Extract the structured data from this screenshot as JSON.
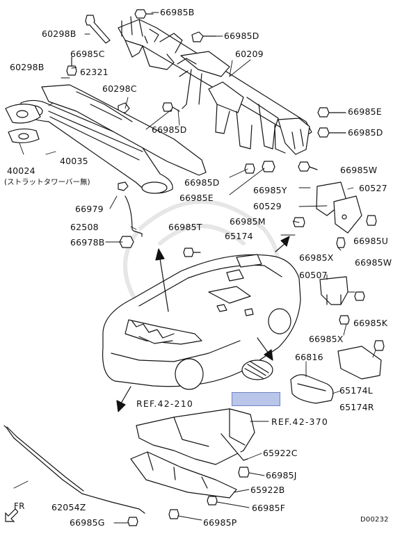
{
  "diagram_id": "D00232",
  "direction_label": "FR",
  "labels": {
    "p66985B_top": "66985B",
    "p60298B_a": "60298B",
    "p66985C": "66985C",
    "p66985D_top": "66985D",
    "p60209": "60209",
    "p60298B_b": "60298B",
    "p62321": "62321",
    "p60298C": "60298C",
    "p66985E_r": "66985E",
    "p66985D_mid": "66985D",
    "p66985D_r": "66985D",
    "p40024": "40024",
    "p40024_note": "(ストラットタワーバー無)",
    "p40035": "40035",
    "p66985D_low": "66985D",
    "p66985W_r": "66985W",
    "p66985E_low": "66985E",
    "p66985Y": "66985Y",
    "p60527": "60527",
    "p66979": "66979",
    "p60529": "60529",
    "p62508": "62508",
    "p66985T": "66985T",
    "p66985M": "66985M",
    "p66978B": "66978B",
    "p65174": "65174",
    "p66985U": "66985U",
    "p66985X_a": "66985X",
    "p66985W_b": "66985W",
    "p60507": "60507",
    "p66985K": "66985K",
    "p66985X_b": "66985X",
    "p66816": "66816",
    "p65174L": "65174L",
    "p65174R": "65174R",
    "ref_210": "REF.42-210",
    "ref_370": "REF.42-370",
    "p65922C": "65922C",
    "p66985J": "66985J",
    "p65922B": "65922B",
    "p66985F": "66985F",
    "p62054Z": "62054Z",
    "p66985G": "66985G",
    "p66985P": "66985P"
  }
}
